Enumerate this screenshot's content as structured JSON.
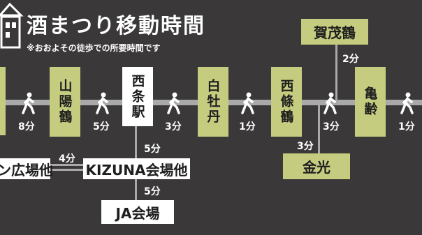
{
  "header": {
    "title": "酒まつり移動時間",
    "subtitle": "※おおよその徒歩での所要時間です"
  },
  "stations": {
    "yamayotsuru": "山陽鶴",
    "saijo_station": "西条駅",
    "hakubotan": "白牡丹",
    "saijotsuru": "西條鶴",
    "kamoturu": "賀茂鶴",
    "kamerei": "亀齢",
    "kinko": "金光",
    "kizuna": "KIZUNA会場他",
    "plaza": "ン広場他",
    "ja": "JA会場"
  },
  "times": {
    "t_before_yamayotsuru": "8分",
    "t_yamayotsuru_saijo": "5分",
    "t_saijo_hakubotan": "3分",
    "t_hakubotan_saijotsuru": "1分",
    "t_saijotsuru_kamerei": "3分",
    "t_after_kamerei": "1分",
    "t_to_kamoturu": "2分",
    "t_to_kinko": "3分",
    "t_saijo_kizuna": "5分",
    "t_kizuna_ja": "5分",
    "t_plaza_kizuna": "4分"
  },
  "colors": {
    "background": "#3a3838",
    "station_green": "#c5cc7f",
    "station_white": "#ffffff",
    "route_line": "#a9a9a9"
  }
}
